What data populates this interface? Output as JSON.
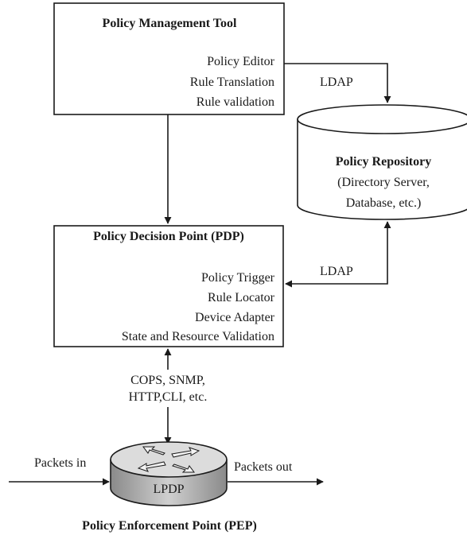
{
  "tool": {
    "title": "Policy Management Tool",
    "items": [
      "Policy Editor",
      "Rule Translation",
      "Rule validation"
    ]
  },
  "repository": {
    "title": "Policy Repository",
    "lines": [
      "(Directory Server,",
      "Database, etc.)"
    ]
  },
  "pdp": {
    "title": "Policy Decision Point (PDP)",
    "items": [
      "Policy Trigger",
      "Rule Locator",
      "Device Adapter",
      "State and Resource Validation"
    ]
  },
  "links": {
    "ldap_top": "LDAP",
    "ldap_mid": "LDAP",
    "protocols": [
      "COPS, SNMP,",
      "HTTP,CLI, etc."
    ]
  },
  "pep": {
    "device_label": "LPDP",
    "packets_in": "Packets in",
    "packets_out": "Packets out",
    "title": "Policy Enforcement Point (PEP)"
  }
}
